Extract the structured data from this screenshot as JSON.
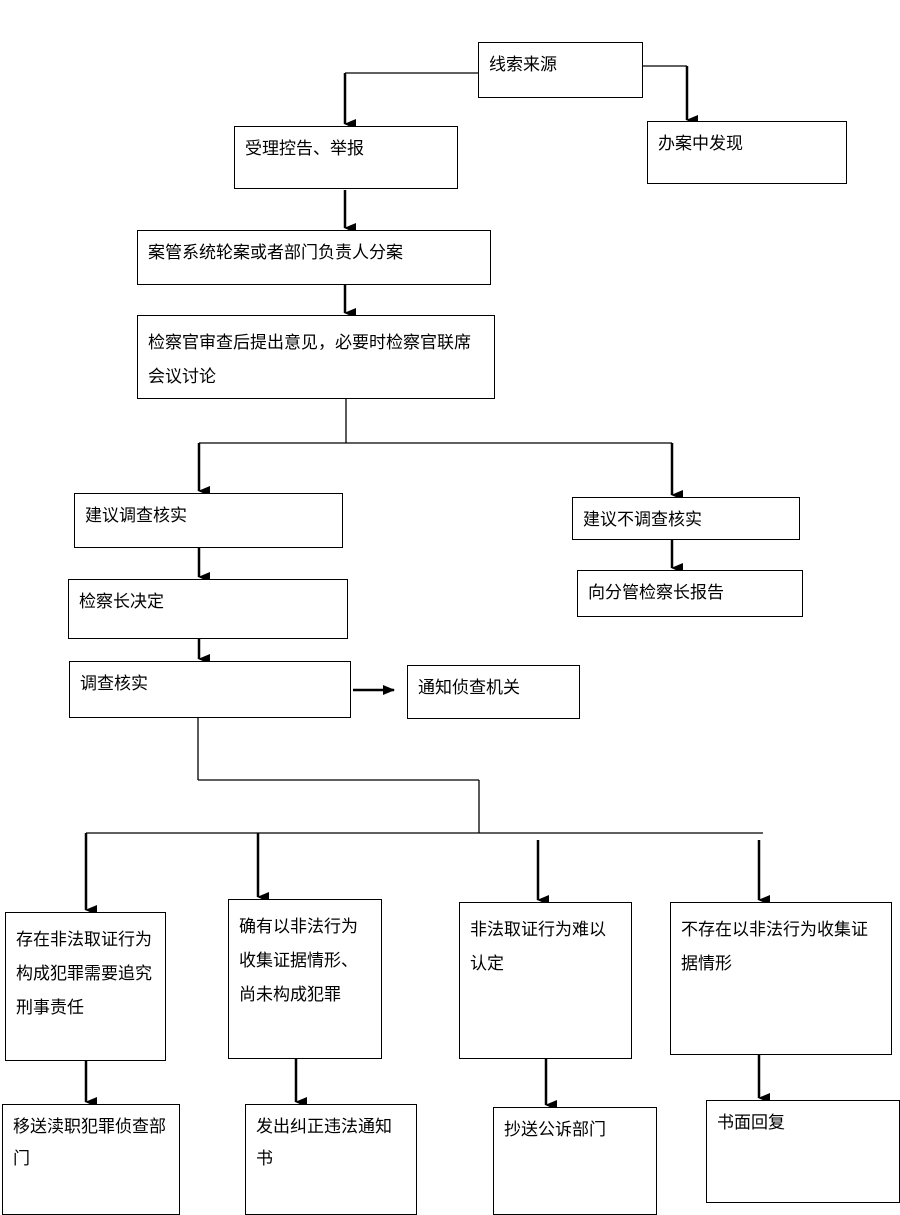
{
  "nodes": {
    "source": "线索来源",
    "accept": "受理控告、举报",
    "found": "办案中发现",
    "assign": "案管系统轮案或者部门负责人分案",
    "review": "检察官审查后提出意见，必要时检察官联席会议讨论",
    "suggest_investigate": "建议调查核实",
    "suggest_not": "建议不调查核实",
    "chief_decide": "检察长决定",
    "report_deputy": "向分管检察长报告",
    "investigate": "调查核实",
    "notify": "通知侦查机关",
    "case1": "存在非法取证行为构成犯罪需要追究刑事责任",
    "case2": "确有以非法行为收集证据情形、尚未构成犯罪",
    "case3": "非法取证行为难以认定",
    "case4": "不存在以非法行为收集证据情形",
    "result1": "移送渎职犯罪侦查部门",
    "result2": "发出纠正违法通知书",
    "result3": "抄送公诉部门",
    "result4": "书面回复"
  }
}
